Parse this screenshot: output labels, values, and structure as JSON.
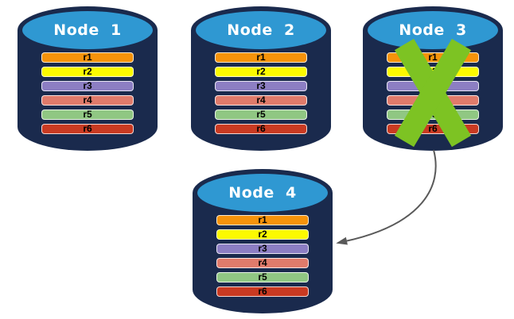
{
  "diagram": {
    "colors": {
      "background": "#FFFFFF",
      "cylinder_body": "#1A2A4D",
      "cylinder_top": "#2F98D2",
      "title_text": "#FFFFFF",
      "row_text": "#000000",
      "failure_x": "#7DC323",
      "arrow": "#595959"
    },
    "nodes": [
      {
        "title": "Node  1",
        "failed": false,
        "rows": [
          {
            "label": "r1",
            "color": "#F6930B"
          },
          {
            "label": "r2",
            "color": "#FCFA00"
          },
          {
            "label": "r3",
            "color": "#8C7EC3"
          },
          {
            "label": "r4",
            "color": "#E07B6B"
          },
          {
            "label": "r5",
            "color": "#90C783"
          },
          {
            "label": "r6",
            "color": "#C93A22"
          }
        ]
      },
      {
        "title": "Node  2",
        "failed": false,
        "rows": [
          {
            "label": "r1",
            "color": "#F6930B"
          },
          {
            "label": "r2",
            "color": "#FCFA00"
          },
          {
            "label": "r3",
            "color": "#8C7EC3"
          },
          {
            "label": "r4",
            "color": "#E07B6B"
          },
          {
            "label": "r5",
            "color": "#90C783"
          },
          {
            "label": "r6",
            "color": "#C93A22"
          }
        ]
      },
      {
        "title": "Node  3",
        "failed": true,
        "rows": [
          {
            "label": "r1",
            "color": "#F6930B"
          },
          {
            "label": "r2",
            "color": "#FCFA00"
          },
          {
            "label": "r3",
            "color": "#8C7EC3"
          },
          {
            "label": "r4",
            "color": "#E07B6B"
          },
          {
            "label": "r5",
            "color": "#90C783"
          },
          {
            "label": "r6",
            "color": "#C93A22"
          }
        ]
      },
      {
        "title": "Node  4",
        "failed": false,
        "rows": [
          {
            "label": "r1",
            "color": "#F6930B"
          },
          {
            "label": "r2",
            "color": "#FCFA00"
          },
          {
            "label": "r3",
            "color": "#8C7EC3"
          },
          {
            "label": "r4",
            "color": "#E07B6B"
          },
          {
            "label": "r5",
            "color": "#90C783"
          },
          {
            "label": "r6",
            "color": "#C93A22"
          }
        ]
      }
    ]
  }
}
